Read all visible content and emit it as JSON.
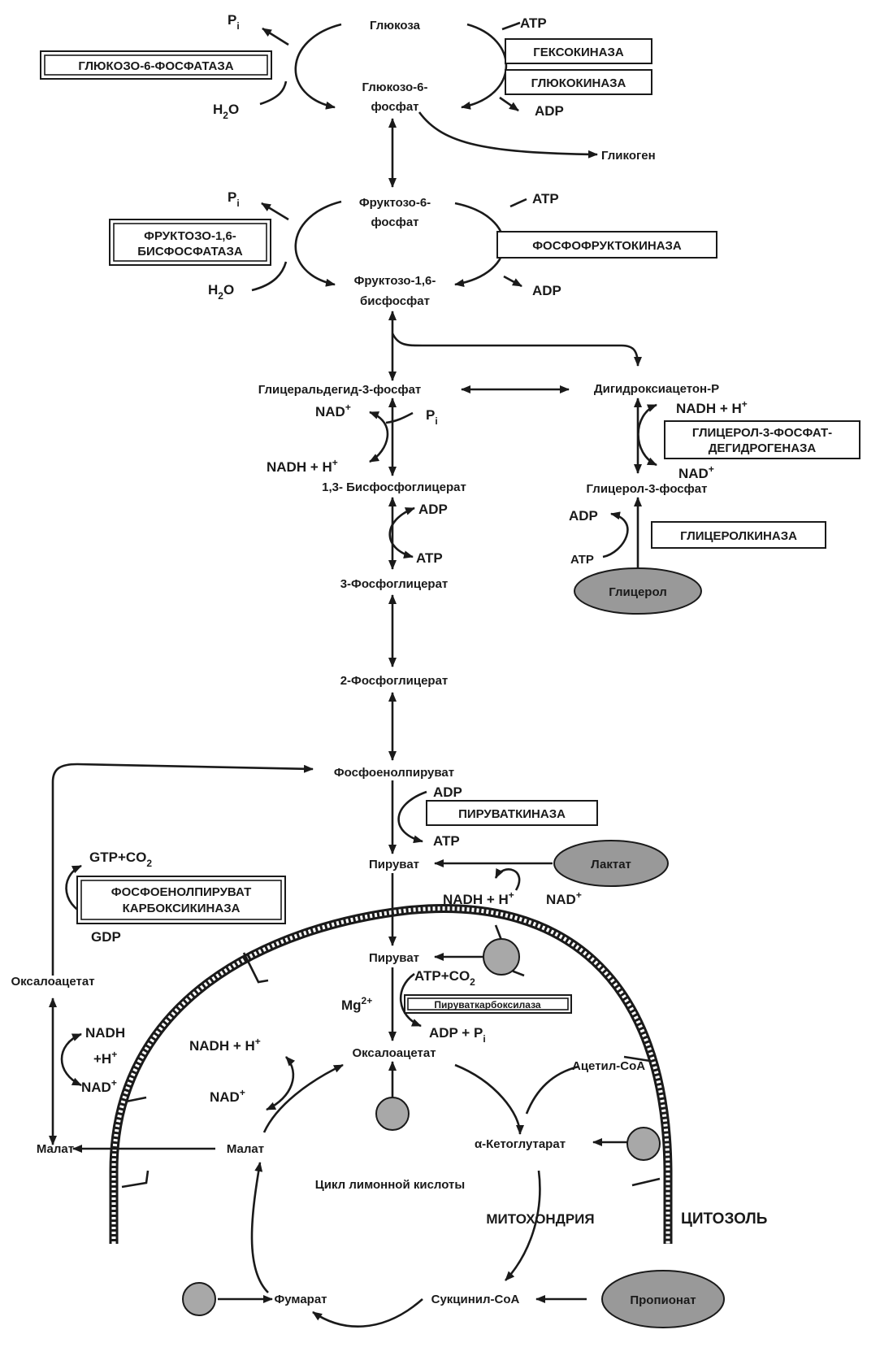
{
  "metabolites": {
    "glucose": "Глюкоза",
    "g6p_1": "Глюкозо-6-",
    "g6p_2": "фосфат",
    "glycogen": "Гликоген",
    "f6p_1": "Фруктозо-6-",
    "f6p_2": "фосфат",
    "fbp_1": "Фруктозо-1,6-",
    "fbp_2": "бисфосфат",
    "gap": "Глицеральдегид-3-фосфат",
    "dhap": "Дигидроксиацетон-Р",
    "bpg": "1,3- Бисфосфоглицерат",
    "g3p": "Глицерол-3-фосфат",
    "pg3": "3-Фосфоглицерат",
    "pg2": "2-Фосфоглицерат",
    "pep": "Фосфоенолпируват",
    "pyruvate_cyto": "Пируват",
    "pyruvate_mito": "Пируват",
    "oaa_cyto": "Оксалоацетат",
    "oaa_mito": "Оксалоацетат",
    "malate_cyto": "Малат",
    "malate_mito": "Малат",
    "acetyl_coa": "Ацетил-СоА",
    "akg": "α-Кетоглутарат",
    "fumarate": "Фумарат",
    "succinyl_coa": "Сукцинил-СоА"
  },
  "cofactors": {
    "pi_1": "P",
    "pi_2": "P",
    "pi_3": "P",
    "pi_4": "P",
    "pi_sub": "i",
    "h2o_1_a": "H",
    "h2o_1_b": "2",
    "h2o_1_c": "O",
    "h2o_2_a": "H",
    "h2o_2_b": "2",
    "h2o_2_c": "O",
    "atp_1": "ATP",
    "adp_1": "ADP",
    "atp_2": "ATP",
    "adp_2": "ADP",
    "nad_1": "NAD",
    "nadh_1": "NADH + H",
    "nadh_2": "NADH + H",
    "nad_2": "NAD",
    "adp_3": "ADP",
    "atp_3": "ATP",
    "adp_4": "ADP",
    "atp_4": "ATP",
    "adp_5": "ADP",
    "atp_5": "ATP",
    "gtp_co2_a": "GTP+CO",
    "gtp_co2_b": "2",
    "gdp": "GDP",
    "nadh_3": "NADH + H",
    "nad_3": "NAD",
    "atp_co2_a": "ATP+CO",
    "atp_co2_b": "2",
    "mg": "Mg",
    "mg_sup": "2+",
    "adp_pi": "ADP + P",
    "nadh_4a": "NADH",
    "nadh_4b": "+H",
    "nad_4": "NAD",
    "nadh_5": "NADH + H",
    "nad_5": "NAD",
    "plus": "+"
  },
  "enzymes": {
    "g6pase": "ГЛЮКОЗО-6-ФОСФАТАЗА",
    "hexokinase": "ГЕКСОКИНАЗА",
    "glucokinase": "ГЛЮКОКИНАЗА",
    "fbpase_1": "ФРУКТОЗО-1,6-",
    "fbpase_2": "БИСФОСФАТАЗА",
    "pfk": "ФОСФОФРУКТОКИНАЗА",
    "g3pdh_1": "ГЛИЦЕРОЛ-3-ФОСФАТ-",
    "g3pdh_2": "ДЕГИДРОГЕНАЗА",
    "glycerol_kinase": "ГЛИЦЕРОЛКИНАЗА",
    "pyruvate_kinase": "ПИРУВАТКИНАЗА",
    "pepck_1": "ФОСФОЕНОЛПИРУВАТ",
    "pepck_2": "КАРБОКСИКИНАЗА",
    "pyruvate_carboxylase": "Пируваткарбоксилаза"
  },
  "substrates": {
    "glycerol": "Глицерол",
    "lactate": "Лактат",
    "propionate": "Пропионат"
  },
  "compartments": {
    "tca": "Цикл лимонной кислоты",
    "mito": "МИТОХОНДРИЯ",
    "cytosol": "ЦИТОЗОЛЬ"
  }
}
